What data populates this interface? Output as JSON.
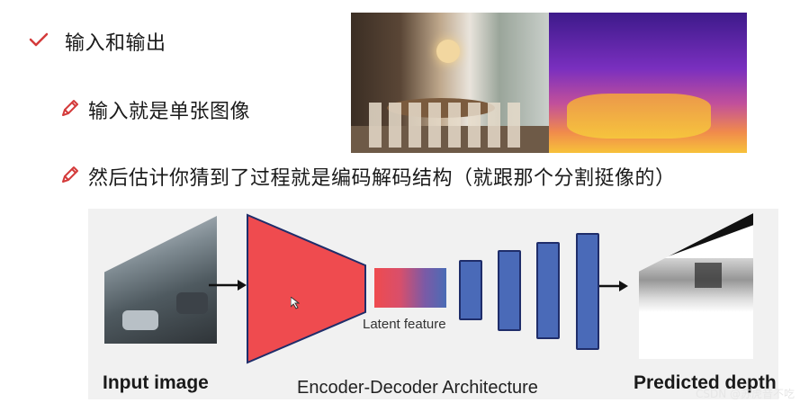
{
  "bullets": {
    "heading": "输入和输出",
    "item1": "输入就是单张图像",
    "item2": "然后估计你猜到了过程就是编码解码结构（就跟那个分割挺像的）"
  },
  "icons": {
    "check": "check-icon",
    "pen": "pen-icon"
  },
  "diagram": {
    "input_label": "Input image",
    "latent_label": "Latent feature",
    "arch_label": "Encoder-Decoder Architecture",
    "output_label": "Predicted depth",
    "encoder_color": "#ef4b4f",
    "decoder_color": "#4a6ab8"
  },
  "watermark": "CSDN @苏虎音不吃"
}
